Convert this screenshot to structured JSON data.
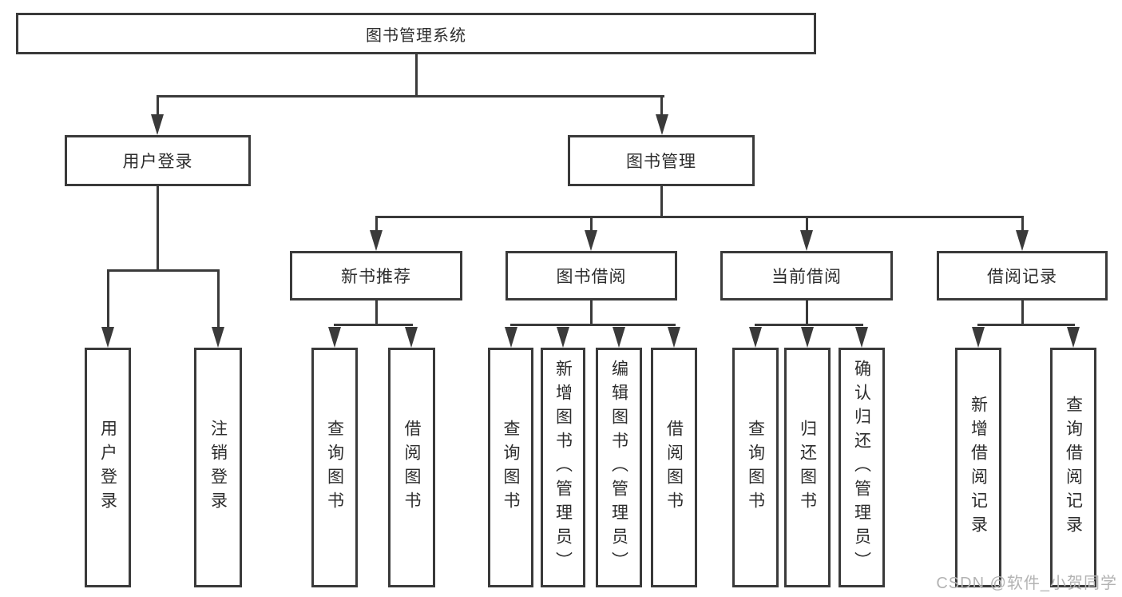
{
  "colors": {
    "line": "#3a3a3a",
    "text": "#2d2d2d",
    "background": "#ffffff",
    "watermark": "#b3b3b3"
  },
  "watermark": "CSDN @软件_小贺同学",
  "tree": {
    "root": {
      "label": "图书管理系统"
    },
    "branches": [
      {
        "label": "用户登录",
        "children": [
          {
            "label": "用户登录"
          },
          {
            "label": "注销登录"
          }
        ]
      },
      {
        "label": "图书管理",
        "groups": [
          {
            "label": "新书推荐",
            "children": [
              {
                "label": "查询图书"
              },
              {
                "label": "借阅图书"
              }
            ]
          },
          {
            "label": "图书借阅",
            "children": [
              {
                "label": "查询图书"
              },
              {
                "label": "新增图书（管理员）"
              },
              {
                "label": "编辑图书（管理员）"
              },
              {
                "label": "借阅图书"
              }
            ]
          },
          {
            "label": "当前借阅",
            "children": [
              {
                "label": "查询图书"
              },
              {
                "label": "归还图书"
              },
              {
                "label": "确认归还（管理员）"
              }
            ]
          },
          {
            "label": "借阅记录",
            "children": [
              {
                "label": "新增借阅记录"
              },
              {
                "label": "查询借阅记录"
              }
            ]
          }
        ]
      }
    ]
  }
}
